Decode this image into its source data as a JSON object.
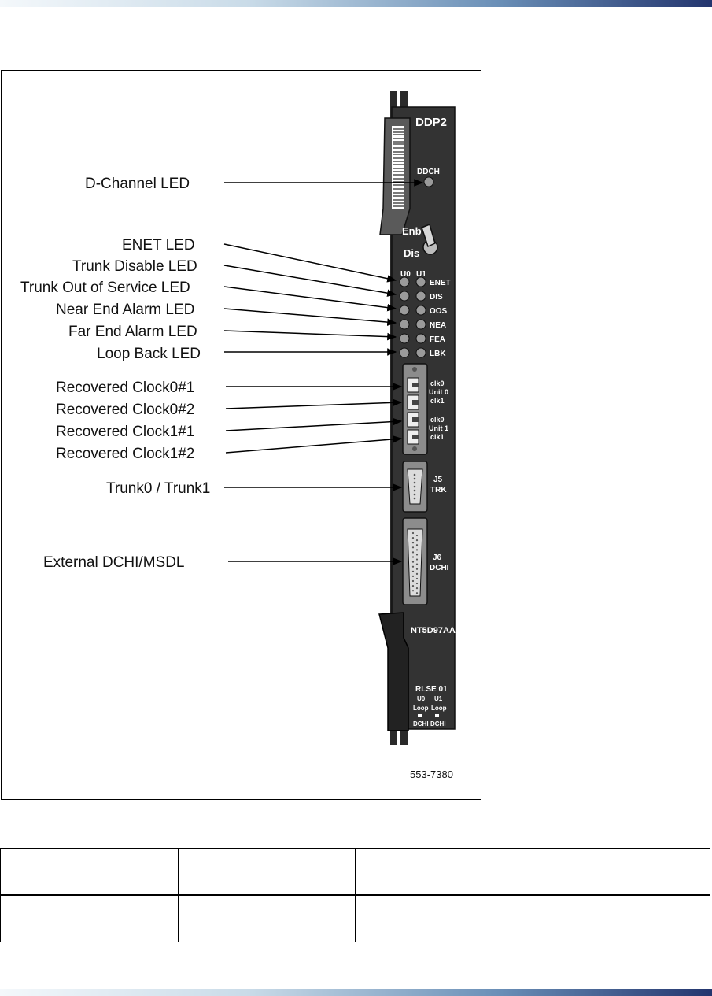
{
  "figure": {
    "callouts": [
      "D-Channel LED",
      "ENET LED",
      "Trunk Disable LED",
      "Trunk Out of Service LED",
      "Near End Alarm LED",
      "Far End Alarm LED",
      "Loop Back LED",
      "Recovered Clock0#1",
      "Recovered Clock0#2",
      "Recovered Clock1#1",
      "Recovered Clock1#2",
      "Trunk0 / Trunk1",
      "External DCHI/MSDL"
    ],
    "panel": {
      "card_name": "DDP2",
      "ddch_label": "DDCH",
      "switch_enb": "Enb",
      "switch_dis": "Dis",
      "unit0_header": "U0",
      "unit1_header": "U1",
      "led_labels": [
        "ENET",
        "DIS",
        "OOS",
        "NEA",
        "FEA",
        "LBK"
      ],
      "clk_labels": [
        {
          "top": "clk0",
          "mid": "Unit 0",
          "bot": "clk1"
        },
        {
          "top": "clk0",
          "mid": "Unit 1",
          "bot": "clk1"
        }
      ],
      "j5_label": "J5",
      "j5_sub": "TRK",
      "j6_label": "J6",
      "j6_sub": "DCHI",
      "part_number": "NT5D97AA",
      "release": "RLSE 01",
      "bottom_u0": "U0",
      "bottom_u1": "U1",
      "loop_label": "Loop",
      "dchi_label": "DCHI"
    },
    "figure_id": "553-7380"
  },
  "table": {
    "rows": [
      [
        "",
        "",
        "",
        ""
      ],
      [
        "",
        "",
        "",
        ""
      ]
    ]
  },
  "colors": {
    "panel": "#333333",
    "led": "#9a9a9a",
    "band_dark": "#23356e"
  }
}
